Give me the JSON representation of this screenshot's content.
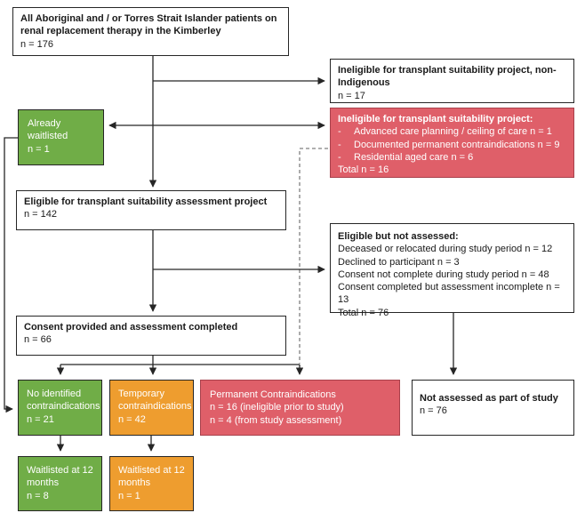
{
  "diagram": {
    "bullet_char": "-",
    "colors": {
      "green": "#70ad47",
      "orange": "#ee9d2f",
      "red": "#df5f69",
      "red_border": "#a8414c",
      "line": "#262626",
      "dashed_line": "#7f7f7f"
    },
    "boxes": {
      "total": {
        "title": "All Aboriginal and / or Torres Strait Islander patients on renal replacement therapy in the Kimberley",
        "n": "n = 176"
      },
      "non_indigenous": {
        "title": "Ineligible for transplant suitability project, non-Indigenous",
        "n": "n = 17"
      },
      "ineligible_project": {
        "title": "Ineligible for transplant suitability project:",
        "items": [
          "Advanced care planning / ceiling of care n = 1",
          "Documented permanent contraindications n = 9",
          "Residential aged care n = 6"
        ],
        "total": "Total n = 16"
      },
      "already_waitlisted": {
        "title": "Already waitlisted",
        "n": "n = 1"
      },
      "eligible": {
        "title": "Eligible for transplant suitability assessment project",
        "n": "n = 142"
      },
      "eligible_not_assessed": {
        "title": "Eligible but not assessed:",
        "items": [
          "Deceased or relocated during study period n = 12",
          "Declined to participant n = 3",
          "Consent not complete during study period n = 48",
          "Consent completed but assessment incomplete n = 13"
        ],
        "total": "Total n = 76"
      },
      "consent_completed": {
        "title": "Consent provided and assessment completed",
        "n": "n = 66"
      },
      "no_contraindications": {
        "title": "No identified contraindications",
        "n": "n = 21"
      },
      "temporary_contraindications": {
        "title": "Temporary contraindications",
        "n": "n = 42"
      },
      "permanent_contraindications": {
        "title": "Permanent Contraindications",
        "lines": [
          "n = 16 (ineligible prior to study)",
          "n = 4 (from study assessment)"
        ]
      },
      "not_assessed": {
        "title": "Not assessed as part of study",
        "n": "n = 76"
      },
      "waitlisted_no_contra": {
        "title": "Waitlisted at 12 months",
        "n": "n = 8"
      },
      "waitlisted_temporary": {
        "title": "Waitlisted at 12 months",
        "n": "n = 1"
      }
    }
  }
}
